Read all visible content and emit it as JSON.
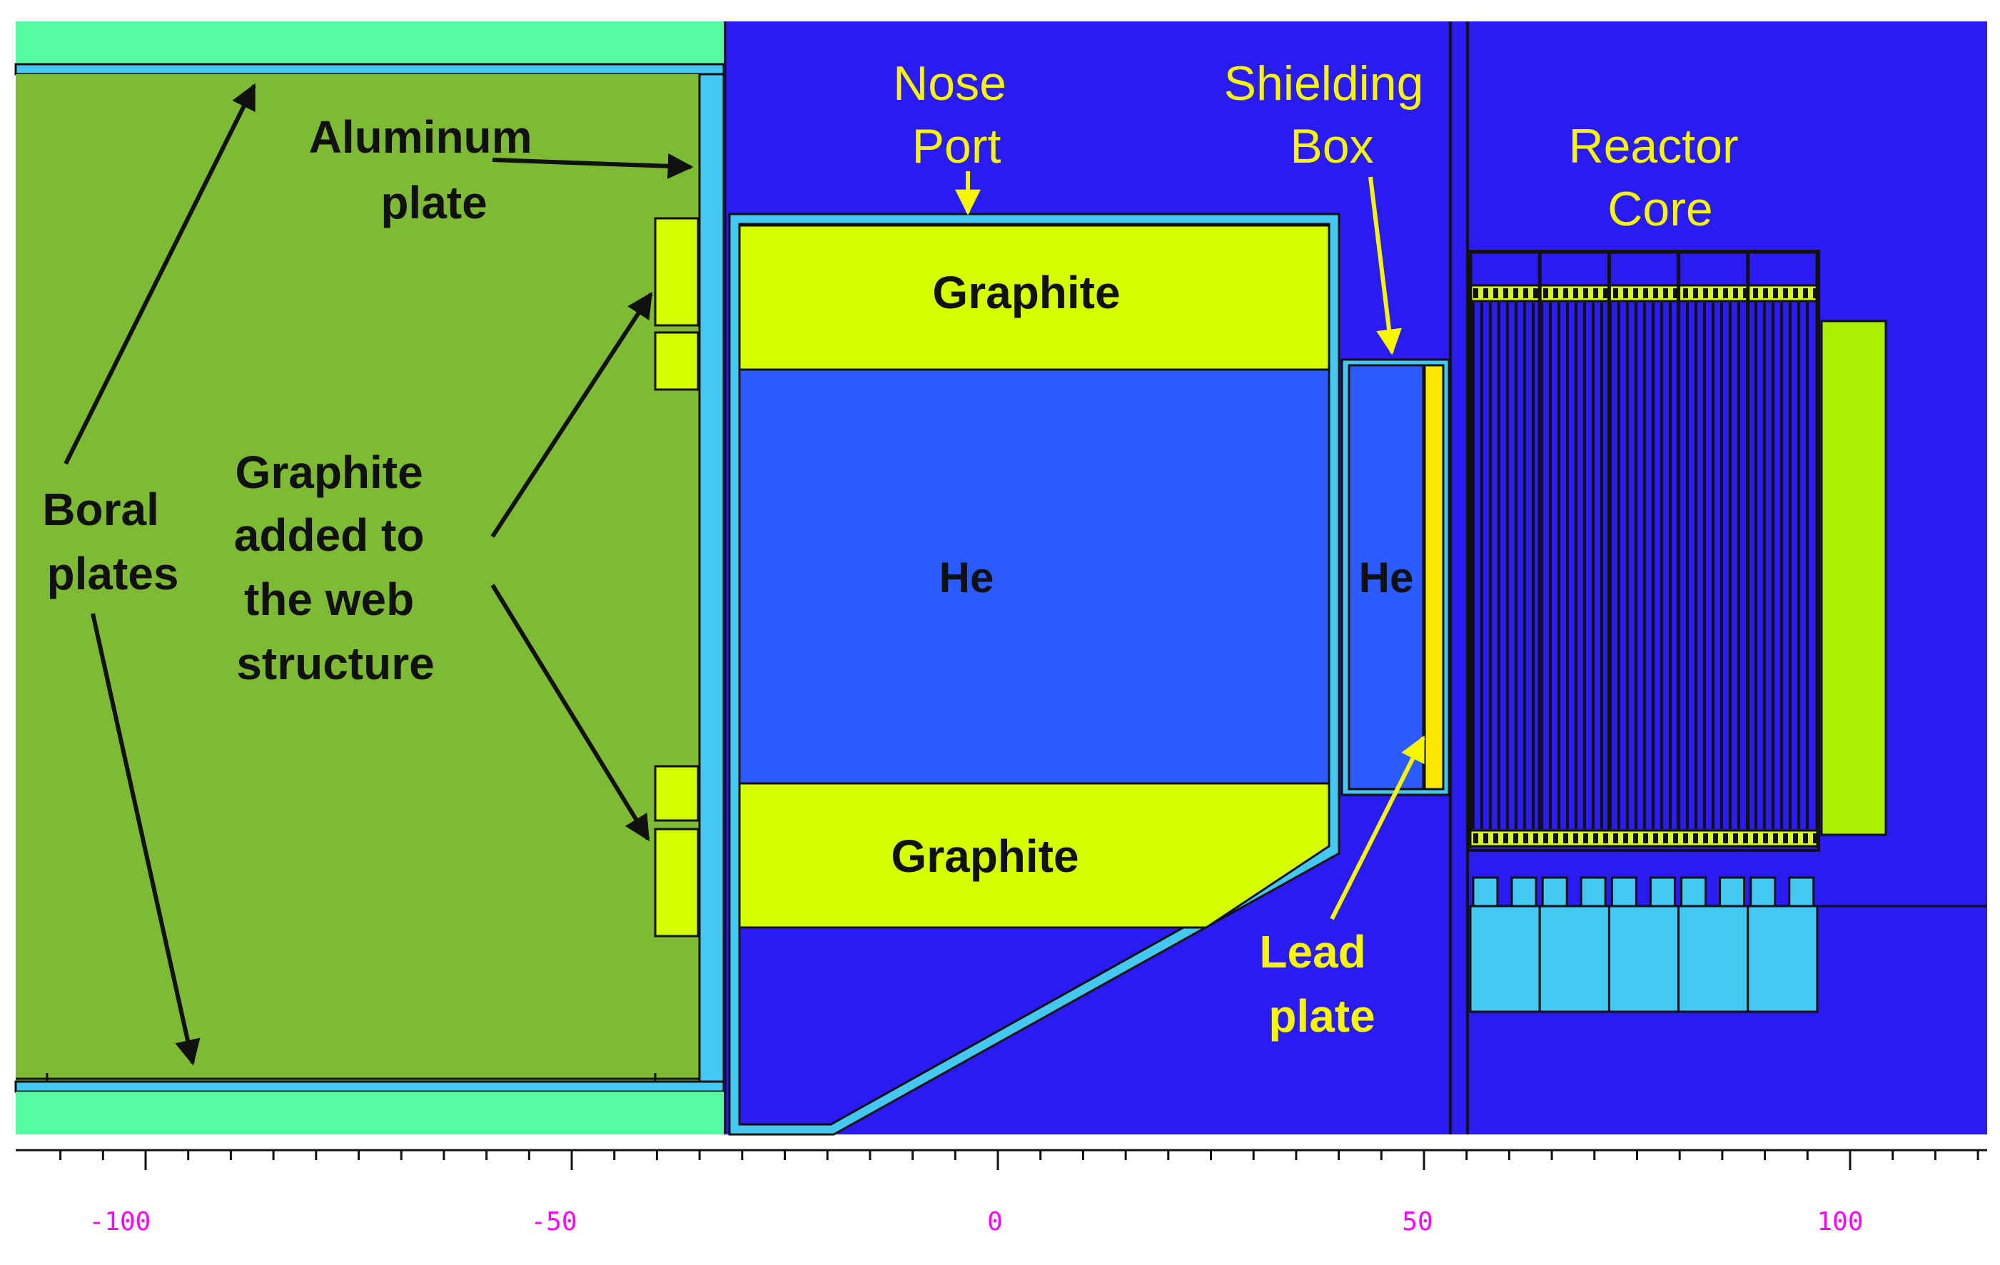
{
  "labels": {
    "aluminum_plate": [
      "Aluminum",
      "plate"
    ],
    "boral_plates": [
      "Boral",
      "plates"
    ],
    "graphite_added": [
      "Graphite",
      "added to",
      "the web",
      "structure"
    ],
    "nose_port": [
      "Nose",
      "Port"
    ],
    "shielding_box": [
      "Shielding",
      "Box"
    ],
    "reactor_core": [
      "Reactor",
      "Core"
    ],
    "graphite_top": "Graphite",
    "graphite_bottom": "Graphite",
    "he_main": "He",
    "he_box": "He",
    "lead_plate": [
      "Lead",
      "plate"
    ]
  },
  "axis": {
    "tick_labels": [
      "-100",
      "-50",
      "0",
      "50",
      "100"
    ],
    "tick_color": "#ff00ff"
  },
  "colors": {
    "boral_region": "#7fba34",
    "teal_strip": "#55fca0",
    "aluminum": "#45c8f0",
    "background_blue": "#2a1bf0",
    "helium": "#2a5cff",
    "graphite": "#d4ff00",
    "lead": "#ffe800",
    "core_reflector": "#a8f000",
    "label_yellow": "#f6f600"
  }
}
